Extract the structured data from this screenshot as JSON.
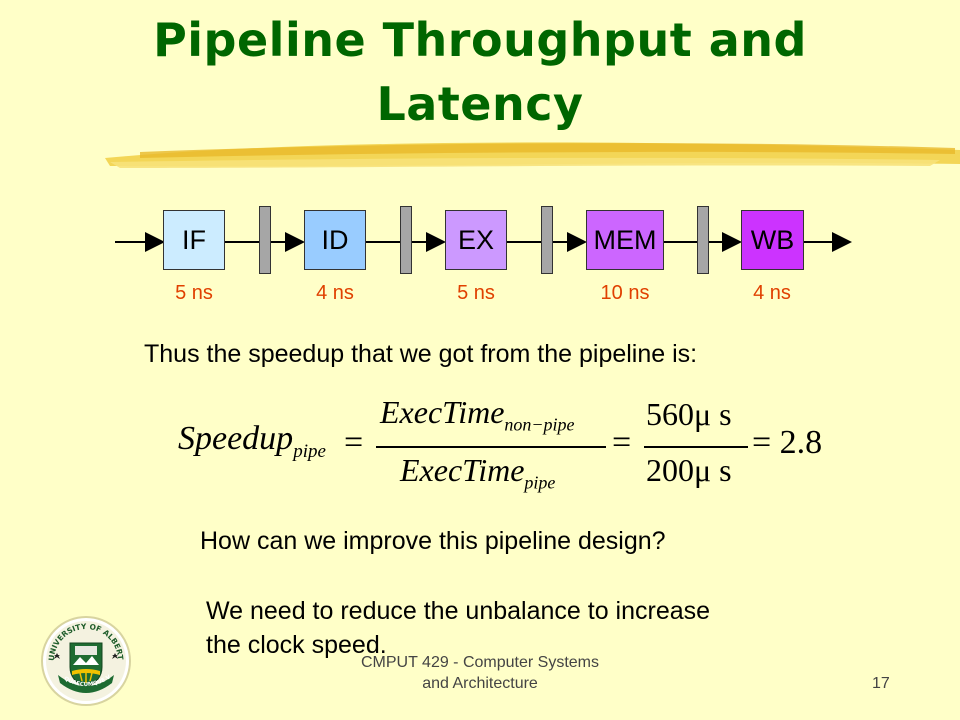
{
  "slide": {
    "title_line1": "Pipeline Throughput and",
    "title_line2": "Latency"
  },
  "pipeline": {
    "stages": [
      {
        "label": "IF",
        "time": "5 ns",
        "color": "#CCECFF"
      },
      {
        "label": "ID",
        "time": "4 ns",
        "color": "#99CCFF"
      },
      {
        "label": "EX",
        "time": "5 ns",
        "color": "#CC99FF"
      },
      {
        "label": "MEM",
        "time": "10 ns",
        "color": "#CC66FF"
      },
      {
        "label": "WB",
        "time": "4 ns",
        "color": "#CC33FF"
      }
    ]
  },
  "text": {
    "speedup_intro": "Thus the speedup that we got from the pipeline is:",
    "question": "How can we improve this pipeline design?",
    "answer_line1": "We need to reduce the unbalance to increase",
    "answer_line2": "the clock speed."
  },
  "equation": {
    "lhs": "Speedup",
    "lhs_sub": "pipe",
    "num": "ExecTime",
    "num_sub": "non−pipe",
    "den": "ExecTime",
    "den_sub": "pipe",
    "num2": "560μ s",
    "den2": "200μ s",
    "result": "= 2.8"
  },
  "footer": {
    "line1": "CMPUT 429 - Computer Systems",
    "line2": "and Architecture",
    "page": "17"
  },
  "crest": {
    "banner_top": "UNIVERSITY OF ALBERTA",
    "motto": "QUAECUMQUE VERA"
  }
}
